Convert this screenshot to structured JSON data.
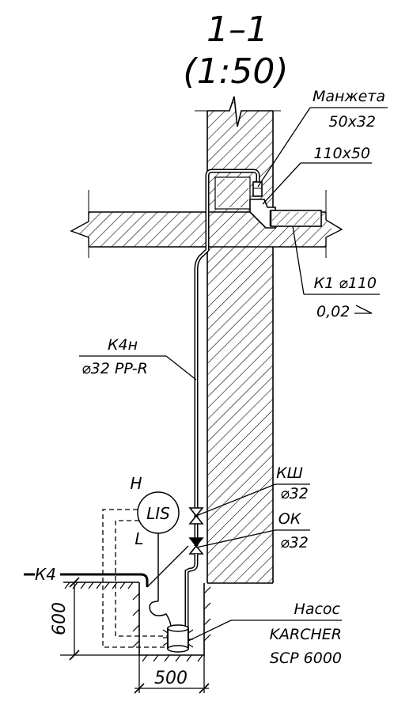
{
  "section": {
    "title": "1–1",
    "scale": "(1:50)"
  },
  "labels": {
    "cuff": {
      "name": "Манжета",
      "size": "50x32"
    },
    "tee": {
      "size": "110x50"
    },
    "k1": {
      "name": "К1 ⌀110",
      "slope": "0,02"
    },
    "k4h": {
      "name": "К4н",
      "pipe": "⌀32 PP-R"
    },
    "valve": {
      "name": "КШ",
      "size": "⌀32"
    },
    "check_valve": {
      "name": "ОК",
      "size": "⌀32"
    },
    "lis": {
      "name": "LIS",
      "high": "H",
      "low": "L"
    },
    "k4": {
      "name": "К4"
    },
    "pump": {
      "name": "Насос",
      "brand": "KARCHER",
      "model": "SCP 6000"
    }
  },
  "dimensions": {
    "pit_depth": "600",
    "pit_width": "500"
  },
  "colors": {
    "line": "#000000",
    "background": "#ffffff"
  }
}
